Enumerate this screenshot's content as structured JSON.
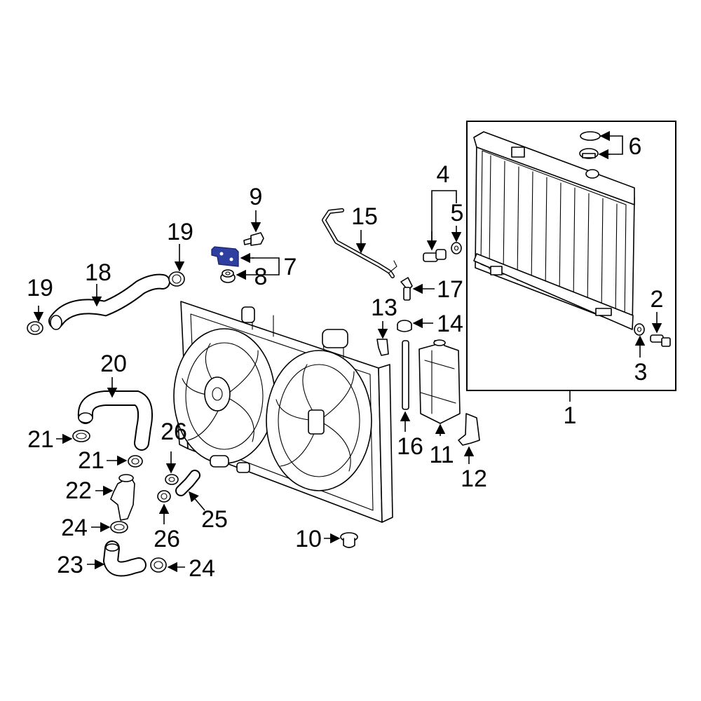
{
  "colors": {
    "line": "#000000",
    "background": "#ffffff",
    "highlight": "#2f3f9f"
  },
  "highlighted_part": "7",
  "callouts": {
    "c1": "1",
    "c2": "2",
    "c3": "3",
    "c4": "4",
    "c5": "5",
    "c6": "6",
    "c7": "7",
    "c8": "8",
    "c9": "9",
    "c10": "10",
    "c11": "11",
    "c12": "12",
    "c13": "13",
    "c14": "14",
    "c15": "15",
    "c16": "16",
    "c17": "17",
    "c18": "18",
    "c19a": "19",
    "c19b": "19",
    "c20": "20",
    "c21a": "21",
    "c21b": "21",
    "c22": "22",
    "c23": "23",
    "c24a": "24",
    "c24b": "24",
    "c25": "25",
    "c26a": "26",
    "c26b": "26"
  }
}
